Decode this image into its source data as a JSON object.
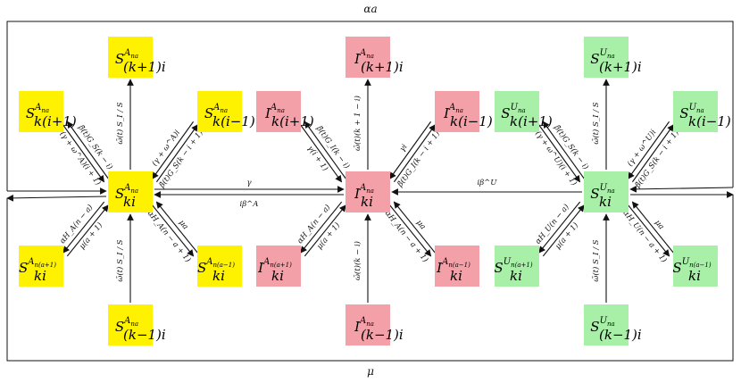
{
  "border": {
    "top_label": "αa",
    "bottom_label": "μ"
  },
  "colors": {
    "aware_susceptible": "#fff200",
    "infected": "#f4a0a8",
    "unaware_susceptible": "#a8f0a8",
    "line": "#111111"
  },
  "aware_susceptible": {
    "center": {
      "sym": "S",
      "sup": "A",
      "supsub": "na",
      "sub": "ki"
    },
    "top": {
      "sym": "S",
      "sup": "A",
      "supsub": "na",
      "sub": "(k+1)i"
    },
    "bottom": {
      "sym": "S",
      "sup": "A",
      "supsub": "na",
      "sub": "(k−1)i"
    },
    "ul": {
      "sym": "S",
      "sup": "A",
      "supsub": "na",
      "sub": "k(i+1)"
    },
    "ur": {
      "sym": "S",
      "sup": "A",
      "supsub": "na",
      "sub": "k(i−1)"
    },
    "ll": {
      "sym": "S",
      "sup": "A",
      "supsub": "n(a+1)",
      "sub": "ki"
    },
    "lr": {
      "sym": "S",
      "sup": "A",
      "supsub": "n(a−1)",
      "sub": "ki"
    }
  },
  "infected": {
    "center": {
      "sym": "I",
      "sup": "A",
      "supsub": "na",
      "sub": "ki"
    },
    "top": {
      "sym": "I",
      "sup": "A",
      "supsub": "na",
      "sub": "(k+1)i"
    },
    "bottom": {
      "sym": "I",
      "sup": "A",
      "supsub": "na",
      "sub": "(k−1)i"
    },
    "ul": {
      "sym": "I",
      "sup": "A",
      "supsub": "na",
      "sub": "k(i+1)"
    },
    "ur": {
      "sym": "I",
      "sup": "A",
      "supsub": "na",
      "sub": "k(i−1)"
    },
    "ll": {
      "sym": "I",
      "sup": "A",
      "supsub": "n(a+1)",
      "sub": "ki"
    },
    "lr": {
      "sym": "I",
      "sup": "A",
      "supsub": "n(a−1)",
      "sub": "ki"
    }
  },
  "unaware_susceptible": {
    "center": {
      "sym": "S",
      "sup": "U",
      "supsub": "na",
      "sub": "ki"
    },
    "top": {
      "sym": "S",
      "sup": "U",
      "supsub": "na",
      "sub": "(k+1)i"
    },
    "bottom": {
      "sym": "S",
      "sup": "U",
      "supsub": "na",
      "sub": "(k−1)i"
    },
    "ul": {
      "sym": "S",
      "sup": "U",
      "supsub": "na",
      "sub": "k(i+1)"
    },
    "ur": {
      "sym": "S",
      "sup": "U",
      "supsub": "na",
      "sub": "k(i−1)"
    },
    "ll": {
      "sym": "S",
      "sup": "U",
      "supsub": "n(a+1)",
      "sub": "ki"
    },
    "lr": {
      "sym": "S",
      "sup": "U",
      "supsub": "n(a−1)",
      "sub": "ki"
    }
  },
  "edge_labels": {
    "sa_top": "ω̄(t) S_I / S",
    "sa_bottom": "ω̄(t) S_I / S",
    "sa_ul_a": "(γ + ω^A)(i + 1)",
    "sa_ul_b": "β̄(t)G_S(k − i)",
    "sa_ur_a": "(γ + ω^A)i",
    "sa_ur_b": "β̄(t)G_S(k − i + 1)",
    "sa_ll_a": "μ(a + 1)",
    "sa_ll_b": "αH_A(n − a)",
    "sa_lr_a": "μa",
    "sa_lr_b": "αH_A(n − a + 1)",
    "sa_to_i": "γ",
    "i_to_sa": "iβ^A",
    "i_top": "ω̄(t)(k + 1 − i)",
    "i_bottom": "ω̄(t)(k − i)",
    "i_ul_a": "γ(i + 1)",
    "i_ul_b": "β̄(t)G_I(k − i)",
    "i_ur_a": "γi",
    "i_ur_b": "β̄(t)G_I(k − i + 1)",
    "i_ll_a": "μ(a + 1)",
    "i_ll_b": "αH_A(n − a)",
    "i_lr_a": "μa",
    "i_lr_b": "αH_A(n − a + 1)",
    "su_to_i": "iβ^U",
    "su_top": "ω̄(t) S_I / S",
    "su_bottom": "ω̄(t) S_I / S",
    "su_ul_a": "(γ + ω^U)(i + 1)",
    "su_ul_b": "β̄(t)G_S(k − i)",
    "su_ur_a": "(γ + ω^U)i",
    "su_ur_b": "β̄(t)G_S(k − i + 1)",
    "su_ll_a": "μ(a + 1)",
    "su_ll_b": "αH_U(n − a)",
    "su_lr_a": "μa",
    "su_lr_b": "αH_U(n − a + 1)"
  }
}
